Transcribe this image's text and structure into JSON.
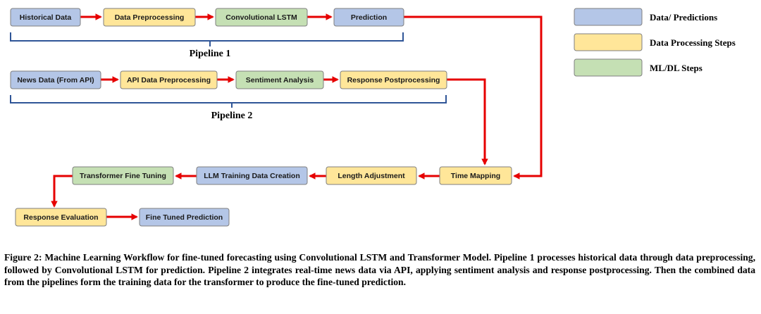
{
  "colors": {
    "data": "#b4c6e7",
    "processing": "#ffe699",
    "ml": "#c5e0b4",
    "border": "#7f7f7f",
    "arrow": "#e60000",
    "bracket": "#2f5597"
  },
  "nodes": {
    "historical_data": "Historical Data",
    "data_preprocessing": "Data Preprocessing",
    "convolutional_lstm": "Convolutional LSTM",
    "prediction": "Prediction",
    "news_data": "News Data (From API)",
    "api_data_preprocessing": "API Data Preprocessing",
    "sentiment_analysis": "Sentiment Analysis",
    "response_postprocessing": "Response Postprocessing",
    "time_mapping": "Time Mapping",
    "length_adjustment": "Length Adjustment",
    "llm_training_data_creation": "LLM Training Data Creation",
    "transformer_fine_tuning": "Transformer Fine Tuning",
    "response_evaluation": "Response Evaluation",
    "fine_tuned_prediction": "Fine Tuned Prediction"
  },
  "pipelines": {
    "pipeline1": "Pipeline 1",
    "pipeline2": "Pipeline 2"
  },
  "legend": {
    "data": "Data/ Predictions",
    "processing": "Data Processing Steps",
    "ml": "ML/DL Steps"
  },
  "caption": "Figure 2: Machine Learning Workflow for fine-tuned forecasting using Convolutional LSTM and Transformer Model. Pipeline 1 processes historical data through data preprocessing, followed by Convolutional LSTM for prediction. Pipeline 2 integrates real-time news data via API, applying sentiment analysis and response postprocessing. Then the combined data from the pipelines form the training data for the transformer to produce the fine-tuned prediction."
}
